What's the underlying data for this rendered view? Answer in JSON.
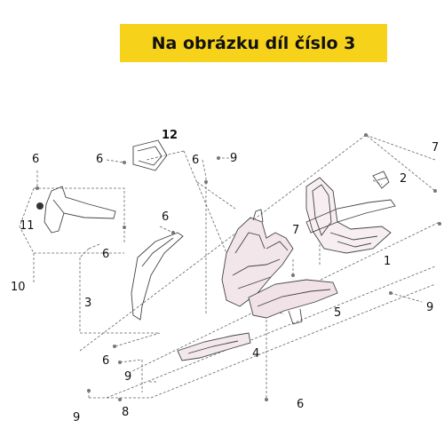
{
  "banner": {
    "text": "Na obrázku díl číslo 3"
  },
  "callouts": {
    "c1": "1",
    "c2": "2",
    "c3": "3",
    "c4": "4",
    "c5": "5",
    "c6a": "6",
    "c6b": "6",
    "c6c": "6",
    "c6d": "6",
    "c6e": "6",
    "c6f": "6",
    "c6g": "6",
    "c7a": "7",
    "c7b": "7",
    "c8": "8",
    "c9a": "9",
    "c9b": "9",
    "c9c": "9",
    "c9d": "9",
    "c10": "10",
    "c11": "11",
    "c12": "12"
  },
  "colors": {
    "banner": "#f6d21a",
    "part_line": "#444444",
    "pink": "#d9a3b3",
    "dash": "#666666"
  }
}
